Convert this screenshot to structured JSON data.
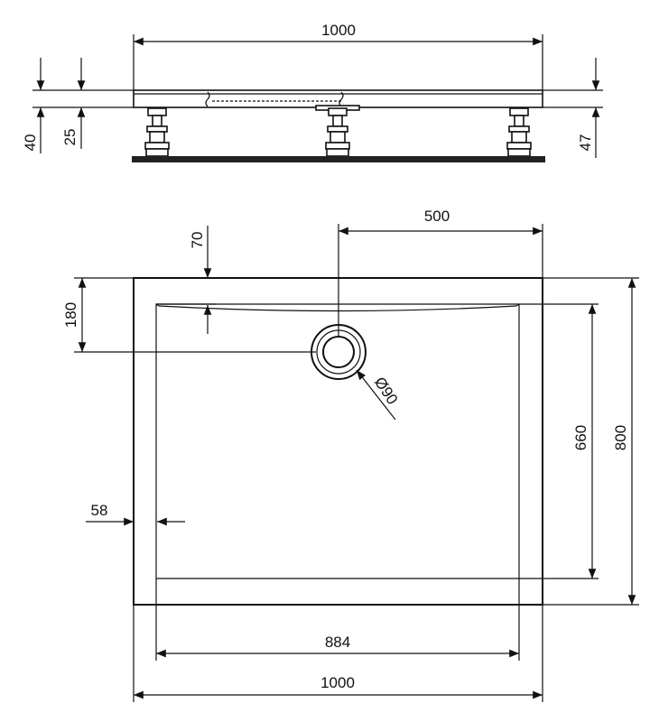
{
  "dimensions": {
    "top_width": "1000",
    "height_40": "40",
    "height_25": "25",
    "height_47": "47",
    "rim_70": "70",
    "drain_offset_500": "500",
    "drain_offset_180": "180",
    "drain_diameter": "Ø90",
    "inner_height_660": "660",
    "outer_height_800": "800",
    "side_rim_58": "58",
    "inner_width_884": "884",
    "bottom_width": "1000"
  }
}
